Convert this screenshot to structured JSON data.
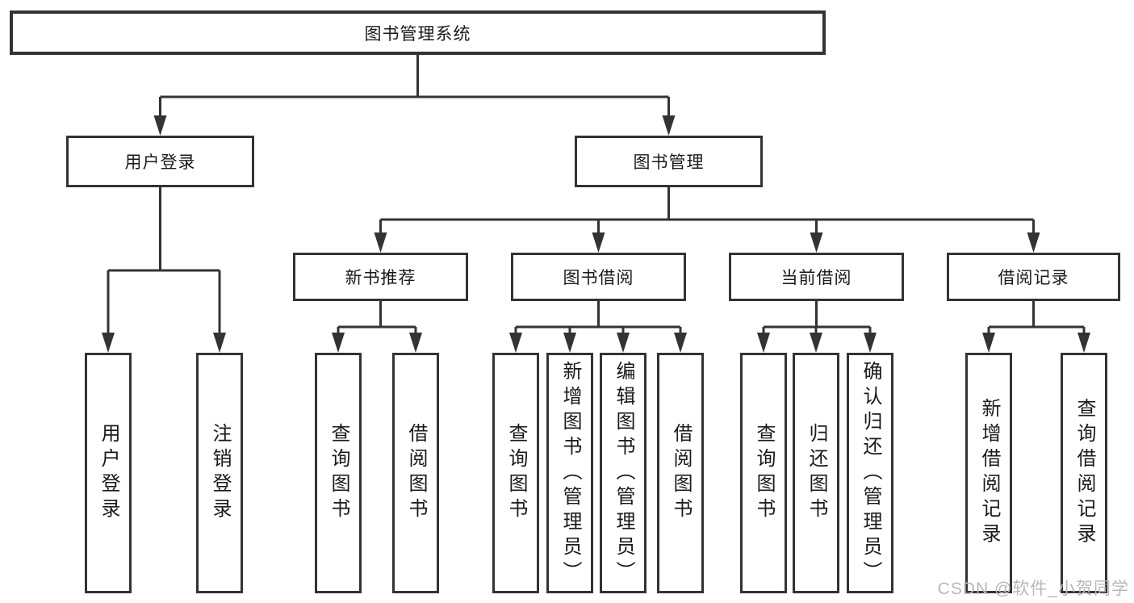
{
  "diagram": {
    "title": "图书管理系统",
    "level2": [
      {
        "label": "用户登录"
      },
      {
        "label": "图书管理"
      }
    ],
    "level3": [
      {
        "label": "新书推荐"
      },
      {
        "label": "图书借阅"
      },
      {
        "label": "当前借阅"
      },
      {
        "label": "借阅记录"
      }
    ],
    "leaves": {
      "user_login": [
        "用户登录",
        "注销登录"
      ],
      "new_book": [
        "查询图书",
        "借阅图书"
      ],
      "book_borrow": [
        "查询图书",
        "新增图书（管理员）",
        "编辑图书（管理员）",
        "借阅图书"
      ],
      "current_borrow": [
        "查询图书",
        "归还图书",
        "确认归还（管理员）"
      ],
      "borrow_record": [
        "新增借阅记录",
        "查询借阅记录"
      ]
    },
    "colors": {
      "line": "#333333",
      "border": "#333333",
      "text": "#1a1a1a",
      "watermark": "#b8b8b8",
      "background": "#ffffff"
    }
  },
  "watermark": {
    "text": "CSDN @软件_小贺同学"
  }
}
